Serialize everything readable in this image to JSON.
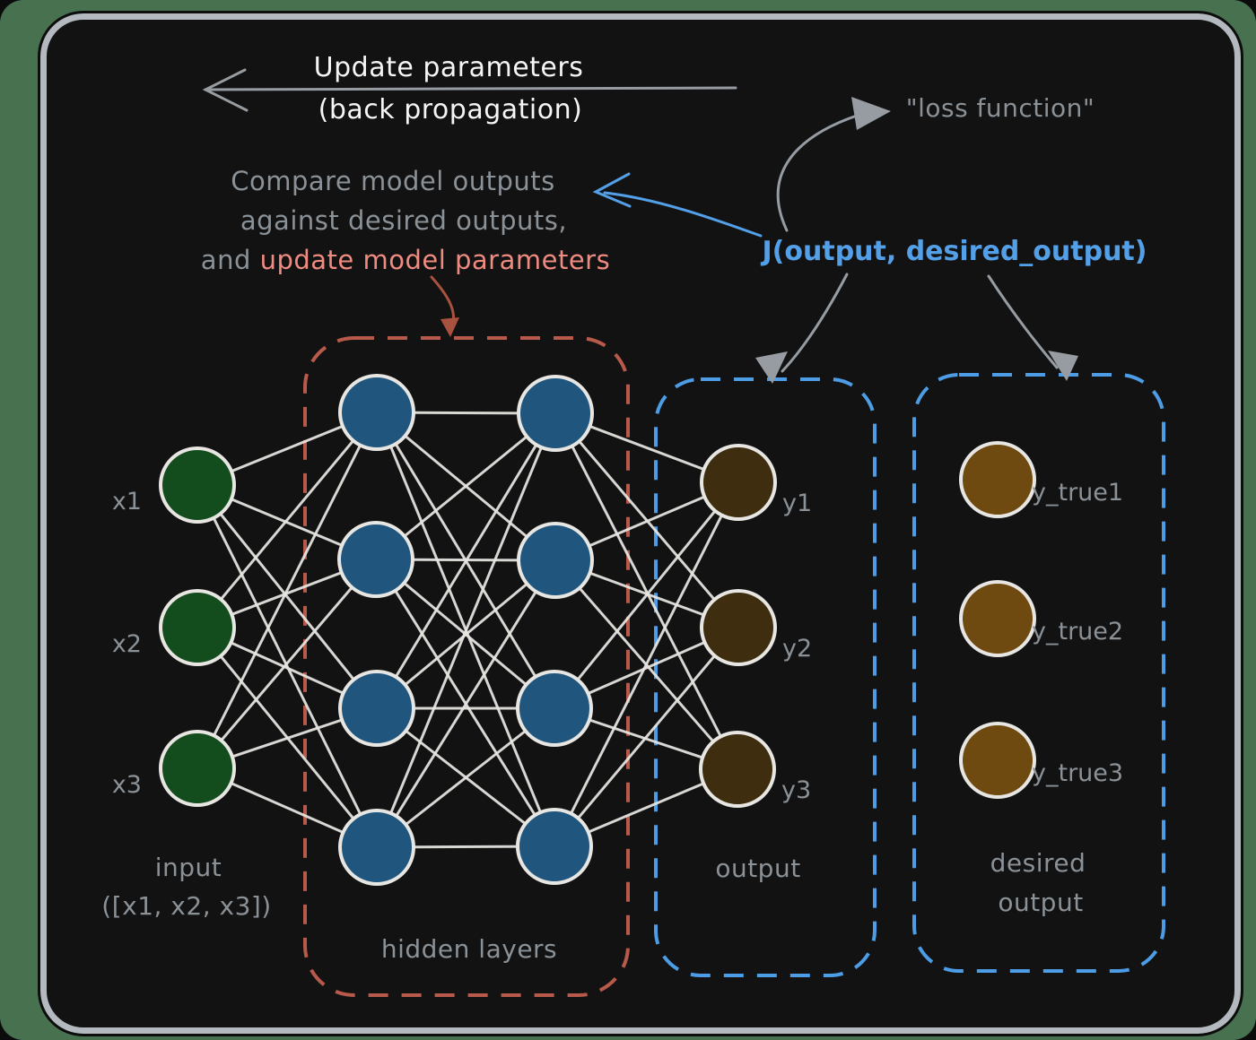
{
  "annotations": {
    "update_line1": "Update parameters",
    "update_line2": "(back propagation)",
    "compare_line1": "Compare model outputs",
    "compare_line2": "against desired outputs,",
    "compare_line3_prefix": "and ",
    "compare_line3_highlight": "update model parameters",
    "loss_function": "\"loss function\"",
    "j_function": "J(output, desired_output)"
  },
  "network": {
    "input": {
      "label_line1": "input",
      "label_line2": "([x1, x2, x3])",
      "node_color": "#134d1d",
      "nodes": [
        {
          "id": "x1",
          "label": "x1"
        },
        {
          "id": "x2",
          "label": "x2"
        },
        {
          "id": "x3",
          "label": "x3"
        }
      ]
    },
    "hidden": {
      "label": "hidden layers",
      "box_color": "#b85a4b",
      "node_color": "#20567e",
      "layer1": [
        "h11",
        "h12",
        "h13",
        "h14"
      ],
      "layer2": [
        "h21",
        "h22",
        "h23",
        "h24"
      ]
    },
    "output": {
      "label": "output",
      "box_color": "#4d9de6",
      "node_color": "#3e2d0e",
      "nodes": [
        {
          "id": "y1",
          "label": "y1"
        },
        {
          "id": "y2",
          "label": "y2"
        },
        {
          "id": "y3",
          "label": "y3"
        }
      ]
    },
    "desired": {
      "label_line1": "desired",
      "label_line2": "output",
      "box_color": "#4d9de6",
      "node_color": "#6f4a10",
      "nodes": [
        {
          "id": "yt1",
          "label": "y_true1"
        },
        {
          "id": "yt2",
          "label": "y_true2"
        },
        {
          "id": "yt3",
          "label": "y_true3"
        }
      ]
    }
  },
  "colors": {
    "edge": "#e8e6e2",
    "node_border": "#e8e6e2",
    "text_gray": "#8a9197",
    "arrow_gray": "#969ca2",
    "arrow_blue": "#54a0e8",
    "arrow_red": "#a8523f",
    "card_bg": "#121212",
    "card_border": "#b3b9bf",
    "mat_green": "#487150"
  }
}
